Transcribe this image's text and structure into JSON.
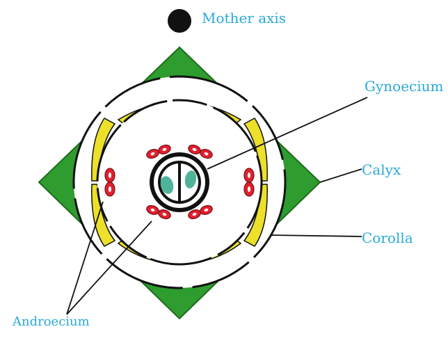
{
  "labels": {
    "mother_axis": "Mother axis",
    "gynoecium": "Gynoecium",
    "calyx": "Calyx",
    "corolla": "Corolla",
    "androecium": "Androecium"
  },
  "colors": {
    "label_text": "#29a9d6",
    "calyx": "#2e9c2e",
    "corolla": "#ece02a",
    "androecium": "#e0212e",
    "gynoecium_ovule": "#4fb39a",
    "outline": "#111111",
    "mother_axis": "#111111"
  }
}
